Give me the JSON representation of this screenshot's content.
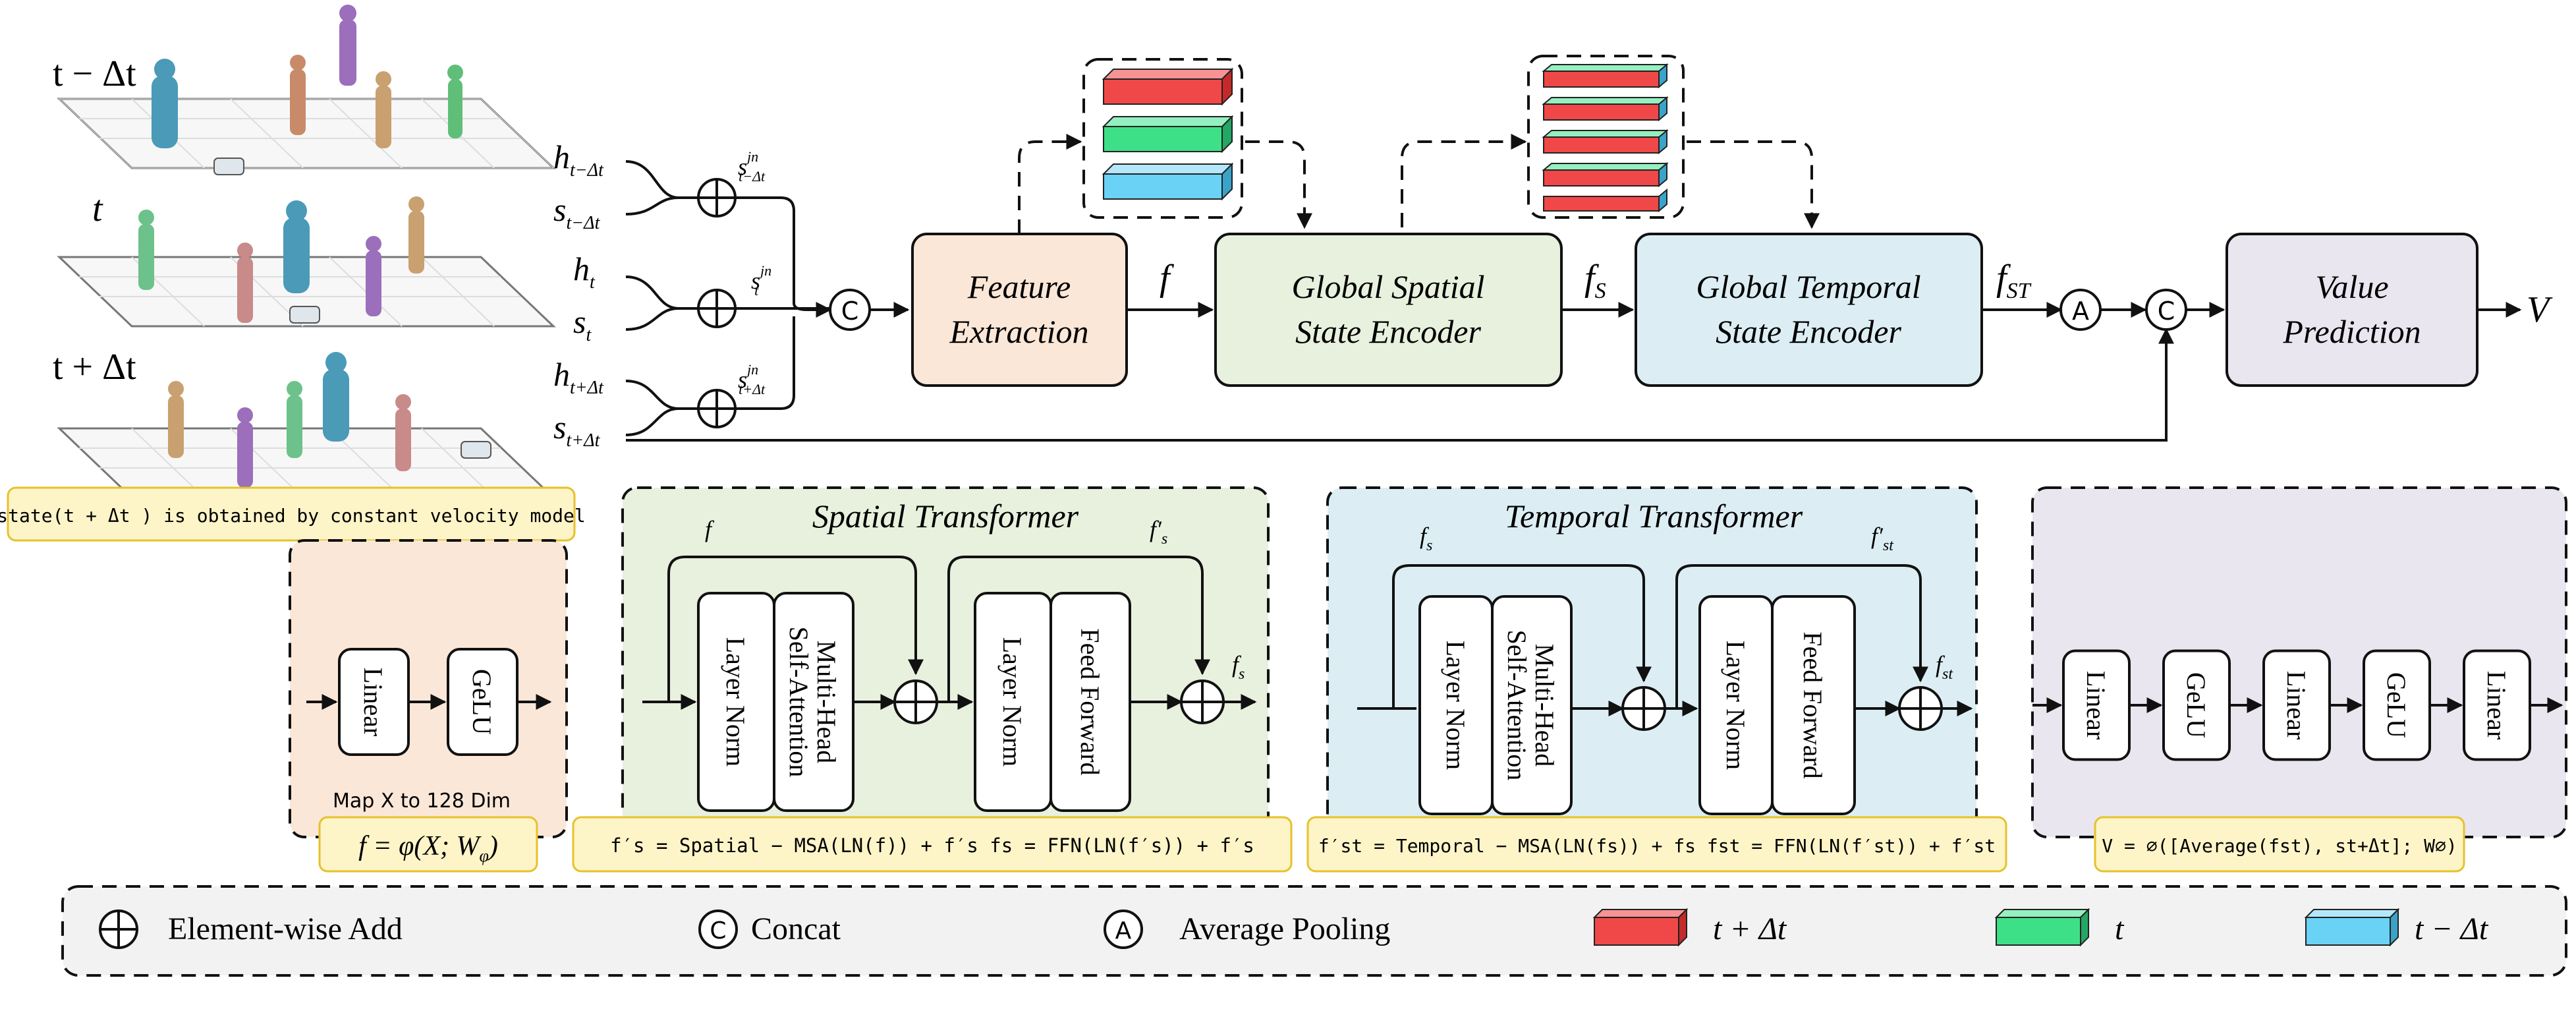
{
  "time_labels": {
    "prev": "t − Δt",
    "curr": "t",
    "next": "t + Δt"
  },
  "inputs": {
    "h_prev": "h",
    "h_prev_sub": "t−Δt",
    "s_prev": "s",
    "s_prev_sub": "t−Δt",
    "h_curr": "h",
    "h_curr_sub": "t",
    "s_curr": "s",
    "s_curr_sub": "t",
    "h_next": "h",
    "h_next_sub": "t+Δt",
    "s_next": "s",
    "s_next_sub": "t+Δt",
    "sjn_prev": "s",
    "sjn_prev_sup": "jn",
    "sjn_prev_sub": "t−Δt",
    "sjn_curr": "s",
    "sjn_curr_sup": "jn",
    "sjn_curr_sub": "t",
    "sjn_next": "s",
    "sjn_next_sup": "jn",
    "sjn_next_sub": "t+Δt"
  },
  "note": "state(t + Δt ) is obtained by constant velocity model",
  "pipeline": {
    "feature_extraction": [
      "Feature",
      "Extraction"
    ],
    "spatial_encoder": [
      "Global Spatial",
      "State Encoder"
    ],
    "temporal_encoder": [
      "Global Temporal",
      "State Encoder"
    ],
    "value_prediction": [
      "Value",
      "Prediction"
    ],
    "f": "f",
    "fs": "f",
    "fs_sub": "S",
    "fst": "f",
    "fst_sub": "ST",
    "output": "V",
    "concat_symbol": "C",
    "avg_symbol": "A"
  },
  "feature_panel": {
    "linear": "Linear",
    "gelu": "GeLU",
    "caption": "Map X to 128 Dim",
    "formula": "f = φ(X; W",
    "formula_sub": "φ",
    "formula_end": ")"
  },
  "spatial_panel": {
    "title": "Spatial Transformer",
    "in_label": "f",
    "skip_label": "f′",
    "skip_sub": "s",
    "out_label": "f",
    "out_sub": "s",
    "layer_norm_1": "Layer Norm",
    "msa": "Multi-Head\nSelf-Attention",
    "layer_norm_2": "Layer Norm",
    "ffn": "Feed Forward",
    "formula": "f′s = Spatial − MSA(LN(f)) + f′s      fs = FFN(LN(f′s)) + f′s"
  },
  "temporal_panel": {
    "title": "Temporal Transformer",
    "in_label": "f",
    "in_sub": "s",
    "skip_label": "f′",
    "skip_sub": "st",
    "out_label": "f",
    "out_sub": "st",
    "layer_norm_1": "Layer Norm",
    "msa": "Multi-Head\nSelf-Attention",
    "layer_norm_2": "Layer Norm",
    "ffn": "Feed Forward",
    "formula": "f′st = Temporal − MSA(LN(fs)) + fs      fst = FFN(LN(f′st)) + f′st"
  },
  "value_panel": {
    "blocks": [
      "Linear",
      "GeLU",
      "Linear",
      "GeLU",
      "Linear"
    ],
    "formula": "V = ∅([Average(fst), st+Δt]; W∅)"
  },
  "legend": {
    "add": "Element-wise Add",
    "concat": "Concat",
    "concat_symbol": "C",
    "avg": "Average Pooling",
    "avg_symbol": "A",
    "red": "t + Δt",
    "green": "t",
    "blue": "t − Δt"
  },
  "colors": {
    "orange_fill": "#fbe7d8",
    "green_fill": "#e8f0de",
    "blue_fill": "#dceef4",
    "purple_fill": "#e9e6ef",
    "note_fill": "#fdf4c8",
    "note_border": "#e6c22b",
    "legend_fill": "#f2f2f2",
    "red": "#f04848",
    "green": "#3ee087",
    "blue": "#6ad2f5"
  }
}
